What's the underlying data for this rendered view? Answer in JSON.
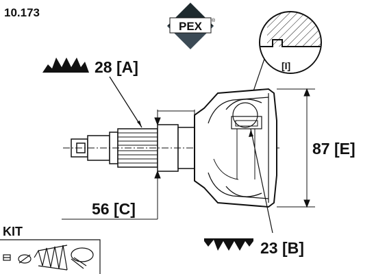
{
  "part_number": "10.173",
  "brand": {
    "logo_text": "PEX",
    "registered_mark": "®"
  },
  "labels": {
    "a": "28 [A]",
    "b": "23 [B]",
    "c": "56 [C]",
    "e": "87 [E]",
    "i": "[I]"
  },
  "kit": {
    "title": "KIT"
  },
  "colors": {
    "ink": "#111111",
    "paper": "#ffffff",
    "logo_top": "#1e2a2e",
    "logo_bottom": "#3b4a55"
  }
}
